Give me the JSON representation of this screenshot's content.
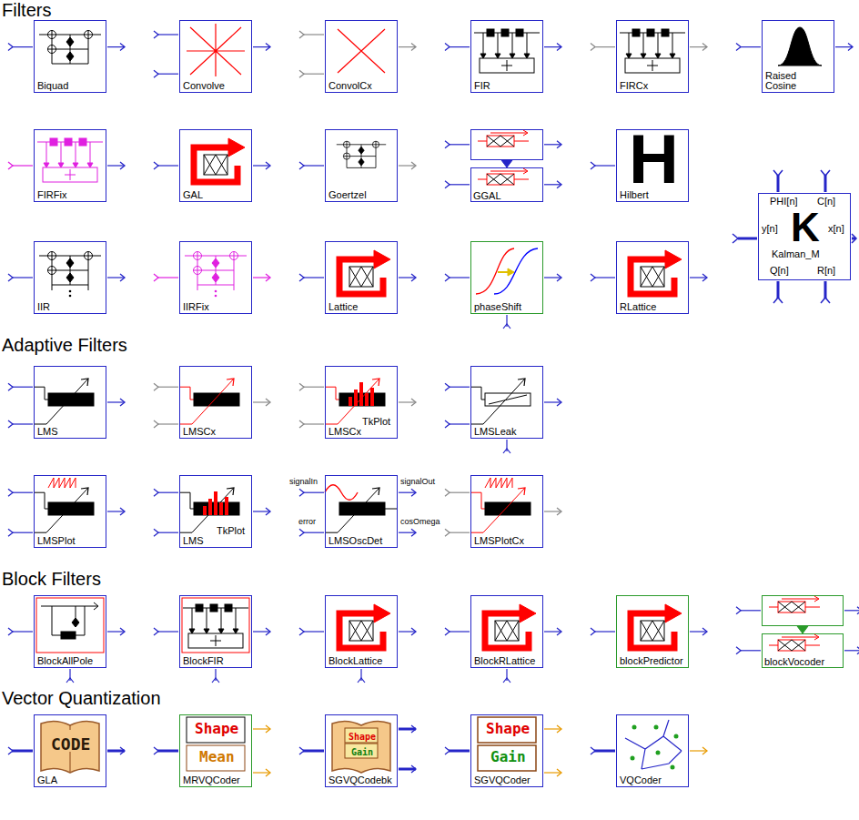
{
  "diagram": {
    "nodes": [
      {
        "text": [
          "Biquad"
        ]
      },
      {
        "text": [
          "Convolve"
        ]
      },
      {
        "text": [
          "ConvolCx"
        ]
      },
      {
        "text": [
          "FIR"
        ]
      },
      {
        "text": [
          "FIRCx"
        ]
      },
      {
        "text": [
          "Raised Cosine"
        ]
      },
      {
        "text": [
          "FIRFix"
        ]
      },
      {
        "text": [
          "GAL"
        ]
      },
      {
        "text": [
          "Goertzel"
        ]
      },
      {
        "text": [
          "GGAL"
        ]
      },
      {
        "text": [
          "H",
          "Hilbert"
        ]
      },
      {
        "text": [
          "PHI[n]",
          "C[n]",
          "y[n]",
          "K",
          "x[n]",
          "Kalman_M",
          "Q[n]",
          "R[n]"
        ]
      },
      {
        "text": [
          "IIR"
        ]
      },
      {
        "text": [
          "IIRFix"
        ]
      },
      {
        "text": [
          "Lattice"
        ]
      },
      {
        "text": [
          "phaseShift"
        ]
      },
      {
        "text": [
          "RLattice"
        ]
      },
      {
        "text": [
          "LMS"
        ]
      },
      {
        "text": [
          "LMSCx"
        ]
      },
      {
        "text": [
          "TkPlot",
          "LMSCx"
        ]
      },
      {
        "text": [
          "LMSLeak"
        ]
      },
      {
        "text": [
          "LMSPlot"
        ]
      },
      {
        "text": [
          "TkPlot",
          "LMS"
        ]
      },
      {
        "text": [
          "LMSOscDet"
        ]
      },
      {
        "text": [
          "LMSPlotCx"
        ]
      },
      {
        "text": [
          "BlockAllPole"
        ]
      },
      {
        "text": [
          "BlockFIR"
        ]
      },
      {
        "text": [
          "BlockLattice"
        ]
      },
      {
        "text": [
          "BlockRLattice"
        ]
      },
      {
        "text": [
          "blockPredictor"
        ]
      },
      {
        "text": [
          "blockVocoder"
        ]
      },
      {
        "text": [
          "CODE",
          "GLA"
        ]
      },
      {
        "text": [
          "Shape",
          "Mean",
          "MRVQCoder"
        ]
      },
      {
        "text": [
          "Shape",
          "Gain",
          "SGVQCodebk"
        ]
      },
      {
        "text": [
          "Shape",
          "Gain",
          "SGVQCoder"
        ]
      },
      {
        "text": [
          "VQCoder"
        ]
      }
    ],
    "labels": [
      "Filters",
      "Adaptive Filters",
      "signalIn",
      "signalOut",
      "error",
      "cosOmega",
      "Block Filters",
      "Vector Quantization"
    ]
  }
}
